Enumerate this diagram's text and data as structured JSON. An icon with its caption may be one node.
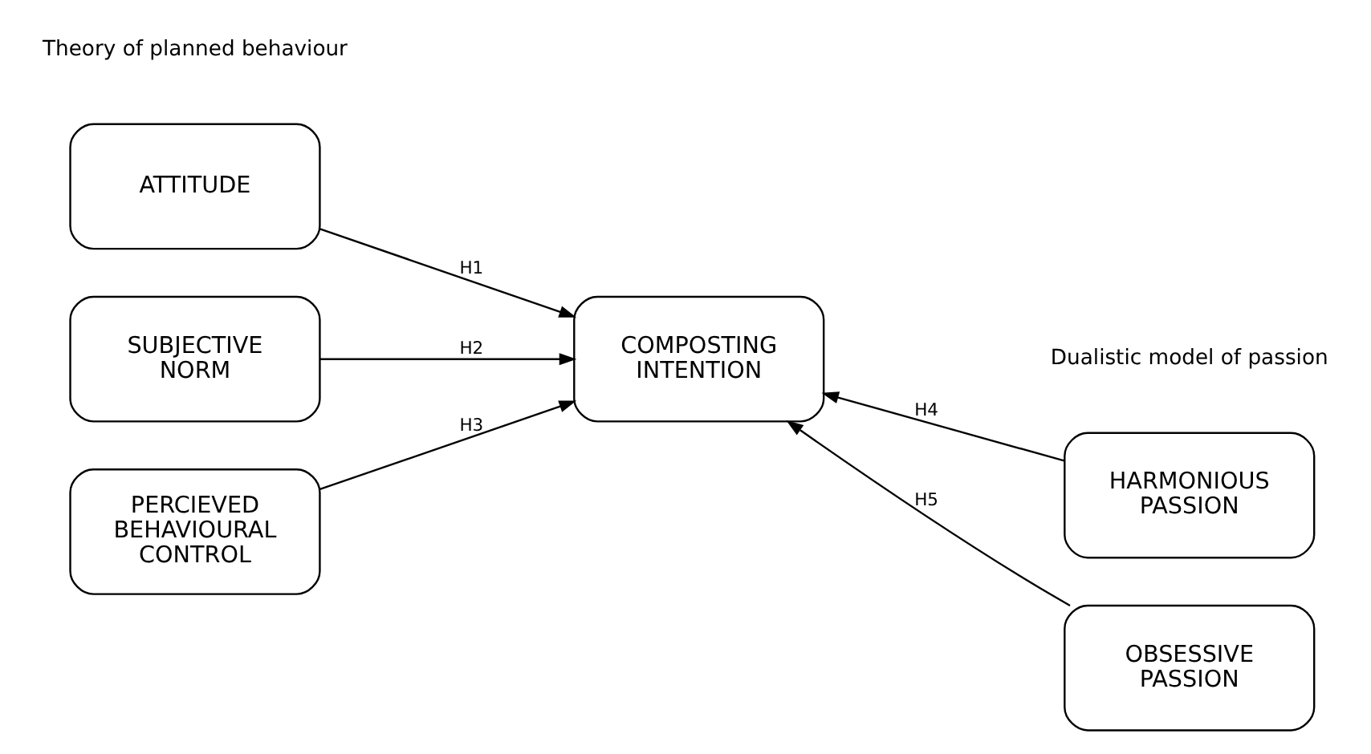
{
  "diagram": {
    "nodes": [
      {
        "text": [
          "ATTITUDE"
        ]
      },
      {
        "text": [
          "SUBJECTIVE NORM"
        ]
      },
      {
        "text": [
          "PERCIEVED BEHAVIOURAL CONTROL"
        ]
      },
      {
        "text": [
          "COMPOSTING INTENTION"
        ]
      },
      {
        "text": [
          "HARMONIOUS PASSION"
        ]
      },
      {
        "text": [
          "OBSESSIVE PASSION"
        ]
      }
    ],
    "edges": [
      {
        "from": 0,
        "to": 3,
        "arrow": "to",
        "label": "H1"
      },
      {
        "from": 1,
        "to": 3,
        "arrow": "to",
        "label": "H2"
      },
      {
        "from": 2,
        "to": 3,
        "arrow": "to",
        "label": "H3"
      },
      {
        "from": 4,
        "to": 3,
        "arrow": "to",
        "label": "H4"
      },
      {
        "from": 5,
        "to": 3,
        "arrow": "to",
        "label": "H5"
      }
    ],
    "labels": [
      "Theory of planned behaviour",
      "Dualistic model of passion"
    ]
  }
}
